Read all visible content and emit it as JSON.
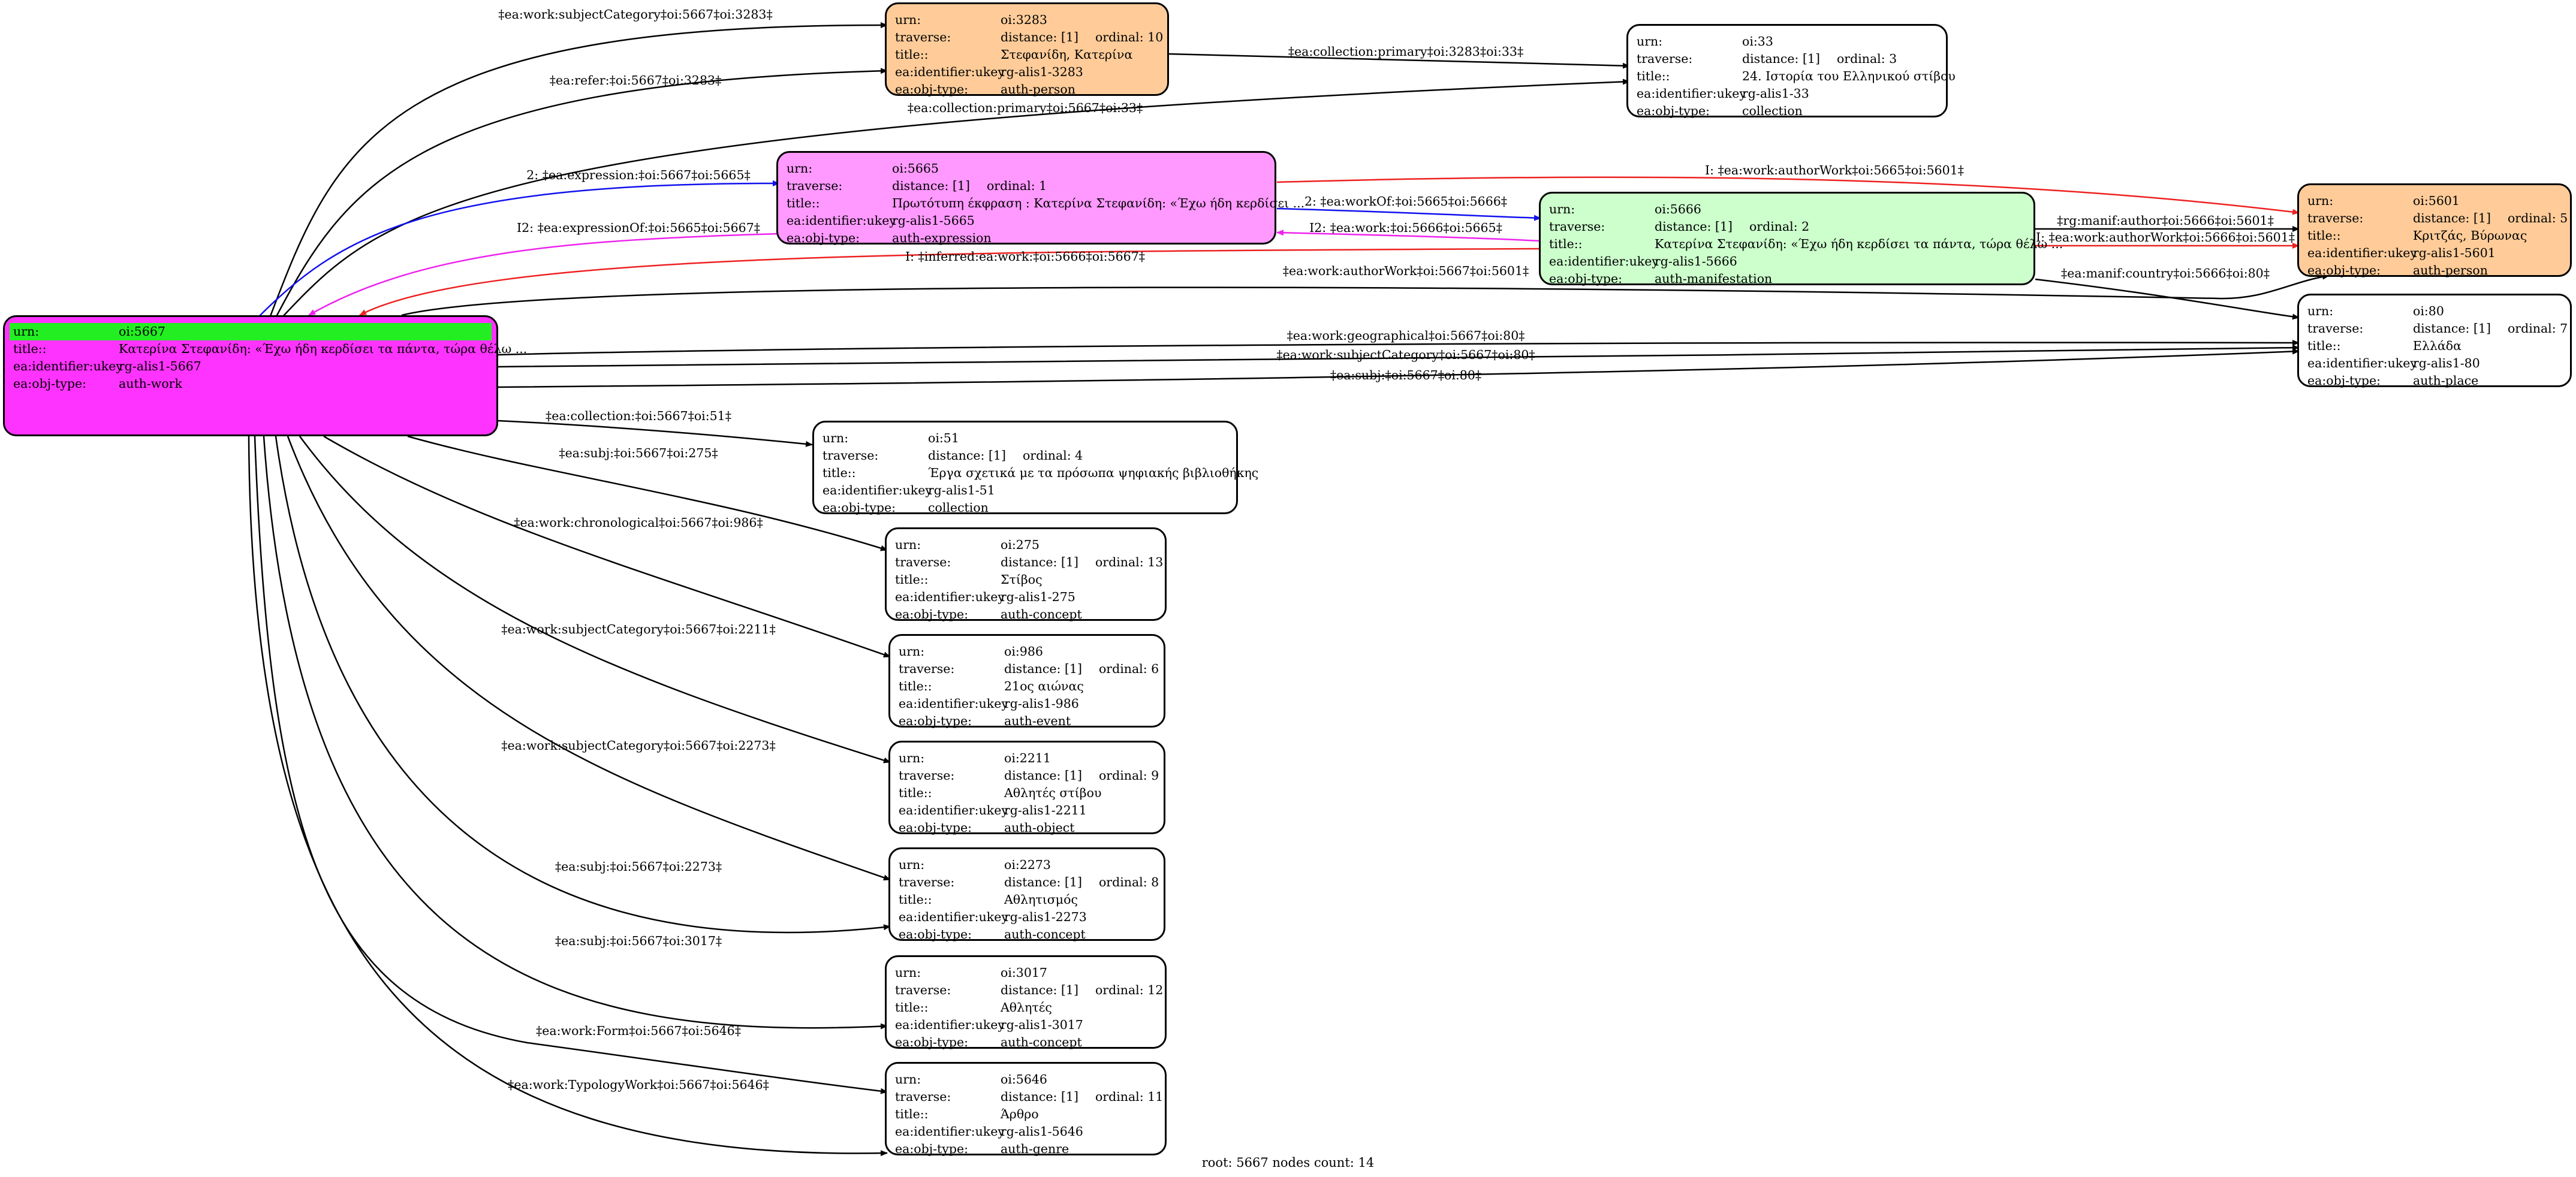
{
  "colors": {
    "person": "#ffcc99",
    "expression": "#ff99ff",
    "manifestation": "#ccffcc",
    "root": "#ff33ff",
    "root_highlight": "#22ee22",
    "plain": "#ffffff",
    "edge_default": "#000000",
    "edge_blue": "#1010ee",
    "edge_red": "#ee2020",
    "edge_magenta": "#ee22ee"
  },
  "nodes": [
    {
      "id": "oi5667",
      "rows": [
        {
          "k": "urn:",
          "v": "oi:5667"
        },
        {
          "k": "title::",
          "v": "Κατερίνα Στεφανίδη: «Έχω ήδη κερδίσει τα πάντα, τώρα θέλω ..."
        },
        {
          "k": "ea:identifier:ukey",
          "v": "rg-alis1-5667"
        },
        {
          "k": "ea:obj-type:",
          "v": "auth-work"
        }
      ]
    },
    {
      "id": "oi3283",
      "rows": [
        {
          "k": "urn:",
          "v": "oi:3283"
        },
        {
          "k": "traverse:",
          "v": "distance: [1]",
          "v2": "ordinal: 10"
        },
        {
          "k": "title::",
          "v": "Στεφανίδη, Κατερίνα"
        },
        {
          "k": "ea:identifier:ukey",
          "v": "rg-alis1-3283"
        },
        {
          "k": "ea:obj-type:",
          "v": "auth-person"
        }
      ]
    },
    {
      "id": "oi33",
      "rows": [
        {
          "k": "urn:",
          "v": "oi:33"
        },
        {
          "k": "traverse:",
          "v": "distance: [1]",
          "v2": "ordinal: 3"
        },
        {
          "k": "title::",
          "v": "24. Ιστορία του Ελληνικού  στίβου"
        },
        {
          "k": "ea:identifier:ukey",
          "v": "rg-alis1-33"
        },
        {
          "k": "ea:obj-type:",
          "v": "collection"
        }
      ]
    },
    {
      "id": "oi5665",
      "rows": [
        {
          "k": "urn:",
          "v": "oi:5665"
        },
        {
          "k": "traverse:",
          "v": "distance: [1]",
          "v2": "ordinal: 1"
        },
        {
          "k": "title::",
          "v": "Πρωτότυπη έκφραση : Κατερίνα Στεφανίδη: «Έχω ήδη κερδίσει ..."
        },
        {
          "k": "ea:identifier:ukey",
          "v": "rg-alis1-5665"
        },
        {
          "k": "ea:obj-type:",
          "v": "auth-expression"
        }
      ]
    },
    {
      "id": "oi5666",
      "rows": [
        {
          "k": "urn:",
          "v": "oi:5666"
        },
        {
          "k": "traverse:",
          "v": "distance: [1]",
          "v2": "ordinal: 2"
        },
        {
          "k": "title::",
          "v": "Κατερίνα Στεφανίδη: «Έχω ήδη κερδίσει τα πάντα, τώρα θέλω ..."
        },
        {
          "k": "ea:identifier:ukey",
          "v": "rg-alis1-5666"
        },
        {
          "k": "ea:obj-type:",
          "v": "auth-manifestation"
        }
      ]
    },
    {
      "id": "oi5601",
      "rows": [
        {
          "k": "urn:",
          "v": "oi:5601"
        },
        {
          "k": "traverse:",
          "v": "distance: [1]",
          "v2": "ordinal: 5"
        },
        {
          "k": "title::",
          "v": "Κριτζάς, Βύρωνας"
        },
        {
          "k": "ea:identifier:ukey",
          "v": "rg-alis1-5601"
        },
        {
          "k": "ea:obj-type:",
          "v": "auth-person"
        }
      ]
    },
    {
      "id": "oi80",
      "rows": [
        {
          "k": "urn:",
          "v": "oi:80"
        },
        {
          "k": "traverse:",
          "v": "distance: [1]",
          "v2": "ordinal: 7"
        },
        {
          "k": "title::",
          "v": "Ελλάδα"
        },
        {
          "k": "ea:identifier:ukey",
          "v": "rg-alis1-80"
        },
        {
          "k": "ea:obj-type:",
          "v": "auth-place"
        }
      ]
    },
    {
      "id": "oi51",
      "rows": [
        {
          "k": "urn:",
          "v": "oi:51"
        },
        {
          "k": "traverse:",
          "v": "distance: [1]",
          "v2": "ordinal: 4"
        },
        {
          "k": "title::",
          "v": "Έργα σχετικά με τα πρόσωπα ψηφιακής βιβλιοθήκης"
        },
        {
          "k": "ea:identifier:ukey",
          "v": "rg-alis1-51"
        },
        {
          "k": "ea:obj-type:",
          "v": "collection"
        }
      ]
    },
    {
      "id": "oi275",
      "rows": [
        {
          "k": "urn:",
          "v": "oi:275"
        },
        {
          "k": "traverse:",
          "v": "distance: [1]",
          "v2": "ordinal: 13"
        },
        {
          "k": "title::",
          "v": "Στίβος"
        },
        {
          "k": "ea:identifier:ukey",
          "v": "rg-alis1-275"
        },
        {
          "k": "ea:obj-type:",
          "v": "auth-concept"
        }
      ]
    },
    {
      "id": "oi986",
      "rows": [
        {
          "k": "urn:",
          "v": "oi:986"
        },
        {
          "k": "traverse:",
          "v": "distance: [1]",
          "v2": "ordinal: 6"
        },
        {
          "k": "title::",
          "v": "21ος αιώνας"
        },
        {
          "k": "ea:identifier:ukey",
          "v": "rg-alis1-986"
        },
        {
          "k": "ea:obj-type:",
          "v": "auth-event"
        }
      ]
    },
    {
      "id": "oi2211",
      "rows": [
        {
          "k": "urn:",
          "v": "oi:2211"
        },
        {
          "k": "traverse:",
          "v": "distance: [1]",
          "v2": "ordinal: 9"
        },
        {
          "k": "title::",
          "v": "Αθλητές στίβου"
        },
        {
          "k": "ea:identifier:ukey",
          "v": "rg-alis1-2211"
        },
        {
          "k": "ea:obj-type:",
          "v": "auth-object"
        }
      ]
    },
    {
      "id": "oi2273",
      "rows": [
        {
          "k": "urn:",
          "v": "oi:2273"
        },
        {
          "k": "traverse:",
          "v": "distance: [1]",
          "v2": "ordinal: 8"
        },
        {
          "k": "title::",
          "v": "Αθλητισμός"
        },
        {
          "k": "ea:identifier:ukey",
          "v": "rg-alis1-2273"
        },
        {
          "k": "ea:obj-type:",
          "v": "auth-concept"
        }
      ]
    },
    {
      "id": "oi3017",
      "rows": [
        {
          "k": "urn:",
          "v": "oi:3017"
        },
        {
          "k": "traverse:",
          "v": "distance: [1]",
          "v2": "ordinal: 12"
        },
        {
          "k": "title::",
          "v": "Αθλητές"
        },
        {
          "k": "ea:identifier:ukey",
          "v": "rg-alis1-3017"
        },
        {
          "k": "ea:obj-type:",
          "v": "auth-concept"
        }
      ]
    },
    {
      "id": "oi5646",
      "rows": [
        {
          "k": "urn:",
          "v": "oi:5646"
        },
        {
          "k": "traverse:",
          "v": "distance: [1]",
          "v2": "ordinal: 11"
        },
        {
          "k": "title::",
          "v": "Άρθρο"
        },
        {
          "k": "ea:identifier:ukey",
          "v": "rg-alis1-5646"
        },
        {
          "k": "ea:obj-type:",
          "v": "auth-genre"
        }
      ]
    }
  ],
  "edges": [
    {
      "id": "e1",
      "label": "‡ea:work:subjectCategory‡oi:5667‡oi:3283‡"
    },
    {
      "id": "e2",
      "label": "‡ea:refer:‡oi:5667‡oi:3283‡"
    },
    {
      "id": "e3",
      "label": "‡ea:collection:primary‡oi:5667‡oi:33‡"
    },
    {
      "id": "e4",
      "label": "‡ea:collection:primary‡oi:3283‡oi:33‡"
    },
    {
      "id": "e5",
      "label": "2: ‡ea:expression:‡oi:5667‡oi:5665‡"
    },
    {
      "id": "e6",
      "label": "I2: ‡ea:expressionOf:‡oi:5665‡oi:5667‡"
    },
    {
      "id": "e7",
      "label": "I: ‡ea:work:authorWork‡oi:5665‡oi:5601‡"
    },
    {
      "id": "e8",
      "label": "2: ‡ea:workOf:‡oi:5665‡oi:5666‡"
    },
    {
      "id": "e9",
      "label": "I2: ‡ea:work:‡oi:5666‡oi:5665‡"
    },
    {
      "id": "e10",
      "label": "I: ‡inferred:ea:work:‡oi:5666‡oi:5667‡"
    },
    {
      "id": "e11",
      "label": "‡rg:manif:author‡oi:5666‡oi:5601‡"
    },
    {
      "id": "e12",
      "label": "I: ‡ea:work:authorWork‡oi:5666‡oi:5601‡"
    },
    {
      "id": "e13",
      "label": "‡ea:manif:country‡oi:5666‡oi:80‡"
    },
    {
      "id": "e14",
      "label": "‡ea:work:authorWork‡oi:5667‡oi:5601‡"
    },
    {
      "id": "e15",
      "label": "‡ea:work:geographical‡oi:5667‡oi:80‡"
    },
    {
      "id": "e16",
      "label": "‡ea:work:subjectCategory‡oi:5667‡oi:80‡"
    },
    {
      "id": "e17",
      "label": "‡ea:subj:‡oi:5667‡oi:80‡"
    },
    {
      "id": "e18",
      "label": "‡ea:collection:‡oi:5667‡oi:51‡"
    },
    {
      "id": "e19",
      "label": "‡ea:subj:‡oi:5667‡oi:275‡"
    },
    {
      "id": "e20",
      "label": "‡ea:work:chronological‡oi:5667‡oi:986‡"
    },
    {
      "id": "e21",
      "label": "‡ea:work:subjectCategory‡oi:5667‡oi:2211‡"
    },
    {
      "id": "e22",
      "label": "‡ea:work:subjectCategory‡oi:5667‡oi:2273‡"
    },
    {
      "id": "e23",
      "label": "‡ea:subj:‡oi:5667‡oi:2273‡"
    },
    {
      "id": "e24",
      "label": "‡ea:subj:‡oi:5667‡oi:3017‡"
    },
    {
      "id": "e25",
      "label": "‡ea:work:Form‡oi:5667‡oi:5646‡"
    },
    {
      "id": "e26",
      "label": "‡ea:work:TypologyWork‡oi:5667‡oi:5646‡"
    }
  ],
  "footer": "root: 5667 nodes count: 14"
}
